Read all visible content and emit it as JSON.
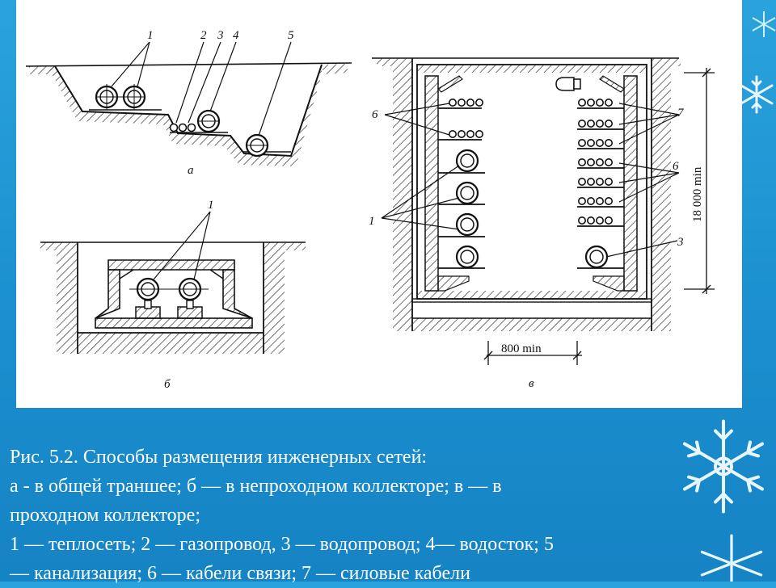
{
  "diagram": {
    "a": {
      "panel_label": "а",
      "callouts": [
        "1",
        "2",
        "3",
        "4",
        "5"
      ]
    },
    "b": {
      "panel_label": "б",
      "callouts": [
        "1"
      ]
    },
    "v": {
      "panel_label": "в",
      "callouts": [
        "6",
        "7",
        "6",
        "1",
        "3"
      ],
      "dim_height": "18 000 min",
      "dim_width": "800 min"
    }
  },
  "caption": {
    "title": "Рис. 5.2. Способы размещения инженерных сетей:",
    "line2": "а - в общей траншее; б — в непроходном коллекторе; в — в",
    "line3": "проходном коллекторе;",
    "line4": "1 — теплосеть;  2 — газопровод,  3 — водопровод; 4— водосток; 5",
    "line5": "— канализация; 6 — кабели связи; 7 — силовые кабели"
  },
  "colors": {
    "background": "#1b8fcf",
    "figure_background": "#ffffff",
    "caption_text": "#ffffff",
    "snowflake": "#e8f6ff"
  },
  "decor": {
    "icon": "snowflake-icon"
  }
}
